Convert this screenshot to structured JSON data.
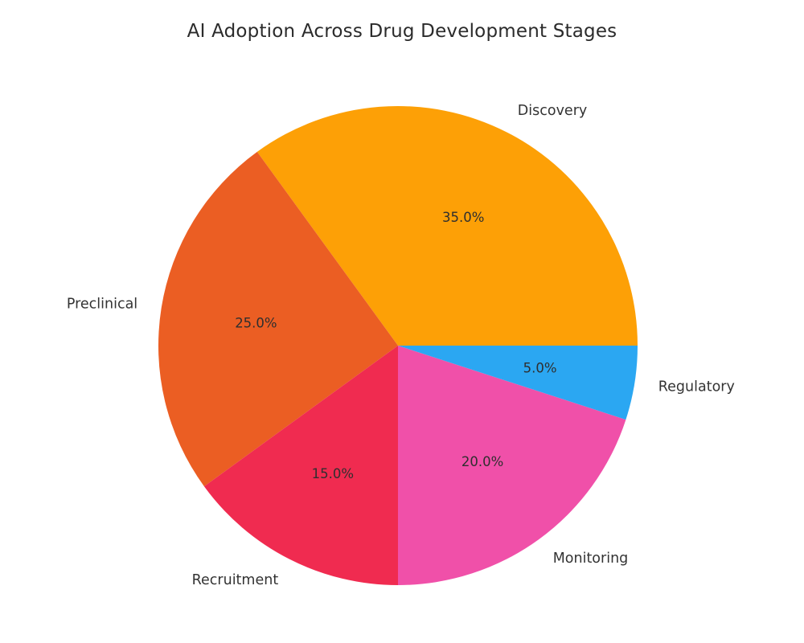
{
  "figure": {
    "title": "AI Adoption Across Drug Development Stages"
  },
  "chart_data": {
    "type": "pie",
    "title": "AI Adoption Across Drug Development Stages",
    "categories": [
      "Discovery",
      "Preclinical",
      "Recruitment",
      "Monitoring",
      "Regulatory"
    ],
    "values": [
      35.0,
      25.0,
      15.0,
      20.0,
      5.0
    ],
    "percent_labels": [
      "35.0%",
      "25.0%",
      "15.0%",
      "20.0%",
      "5.0%"
    ],
    "colors": [
      "#FDA006",
      "#EB5E23",
      "#F02B50",
      "#F050A9",
      "#2BA7F2"
    ],
    "start_angle_deg": 0,
    "direction": "counterclockwise",
    "pct_distance": 0.6,
    "label_distance": 1.1,
    "background_color": "#FFFFFF",
    "title_color": "#2B2B2B",
    "text_color": "#333333",
    "legend": "none"
  }
}
